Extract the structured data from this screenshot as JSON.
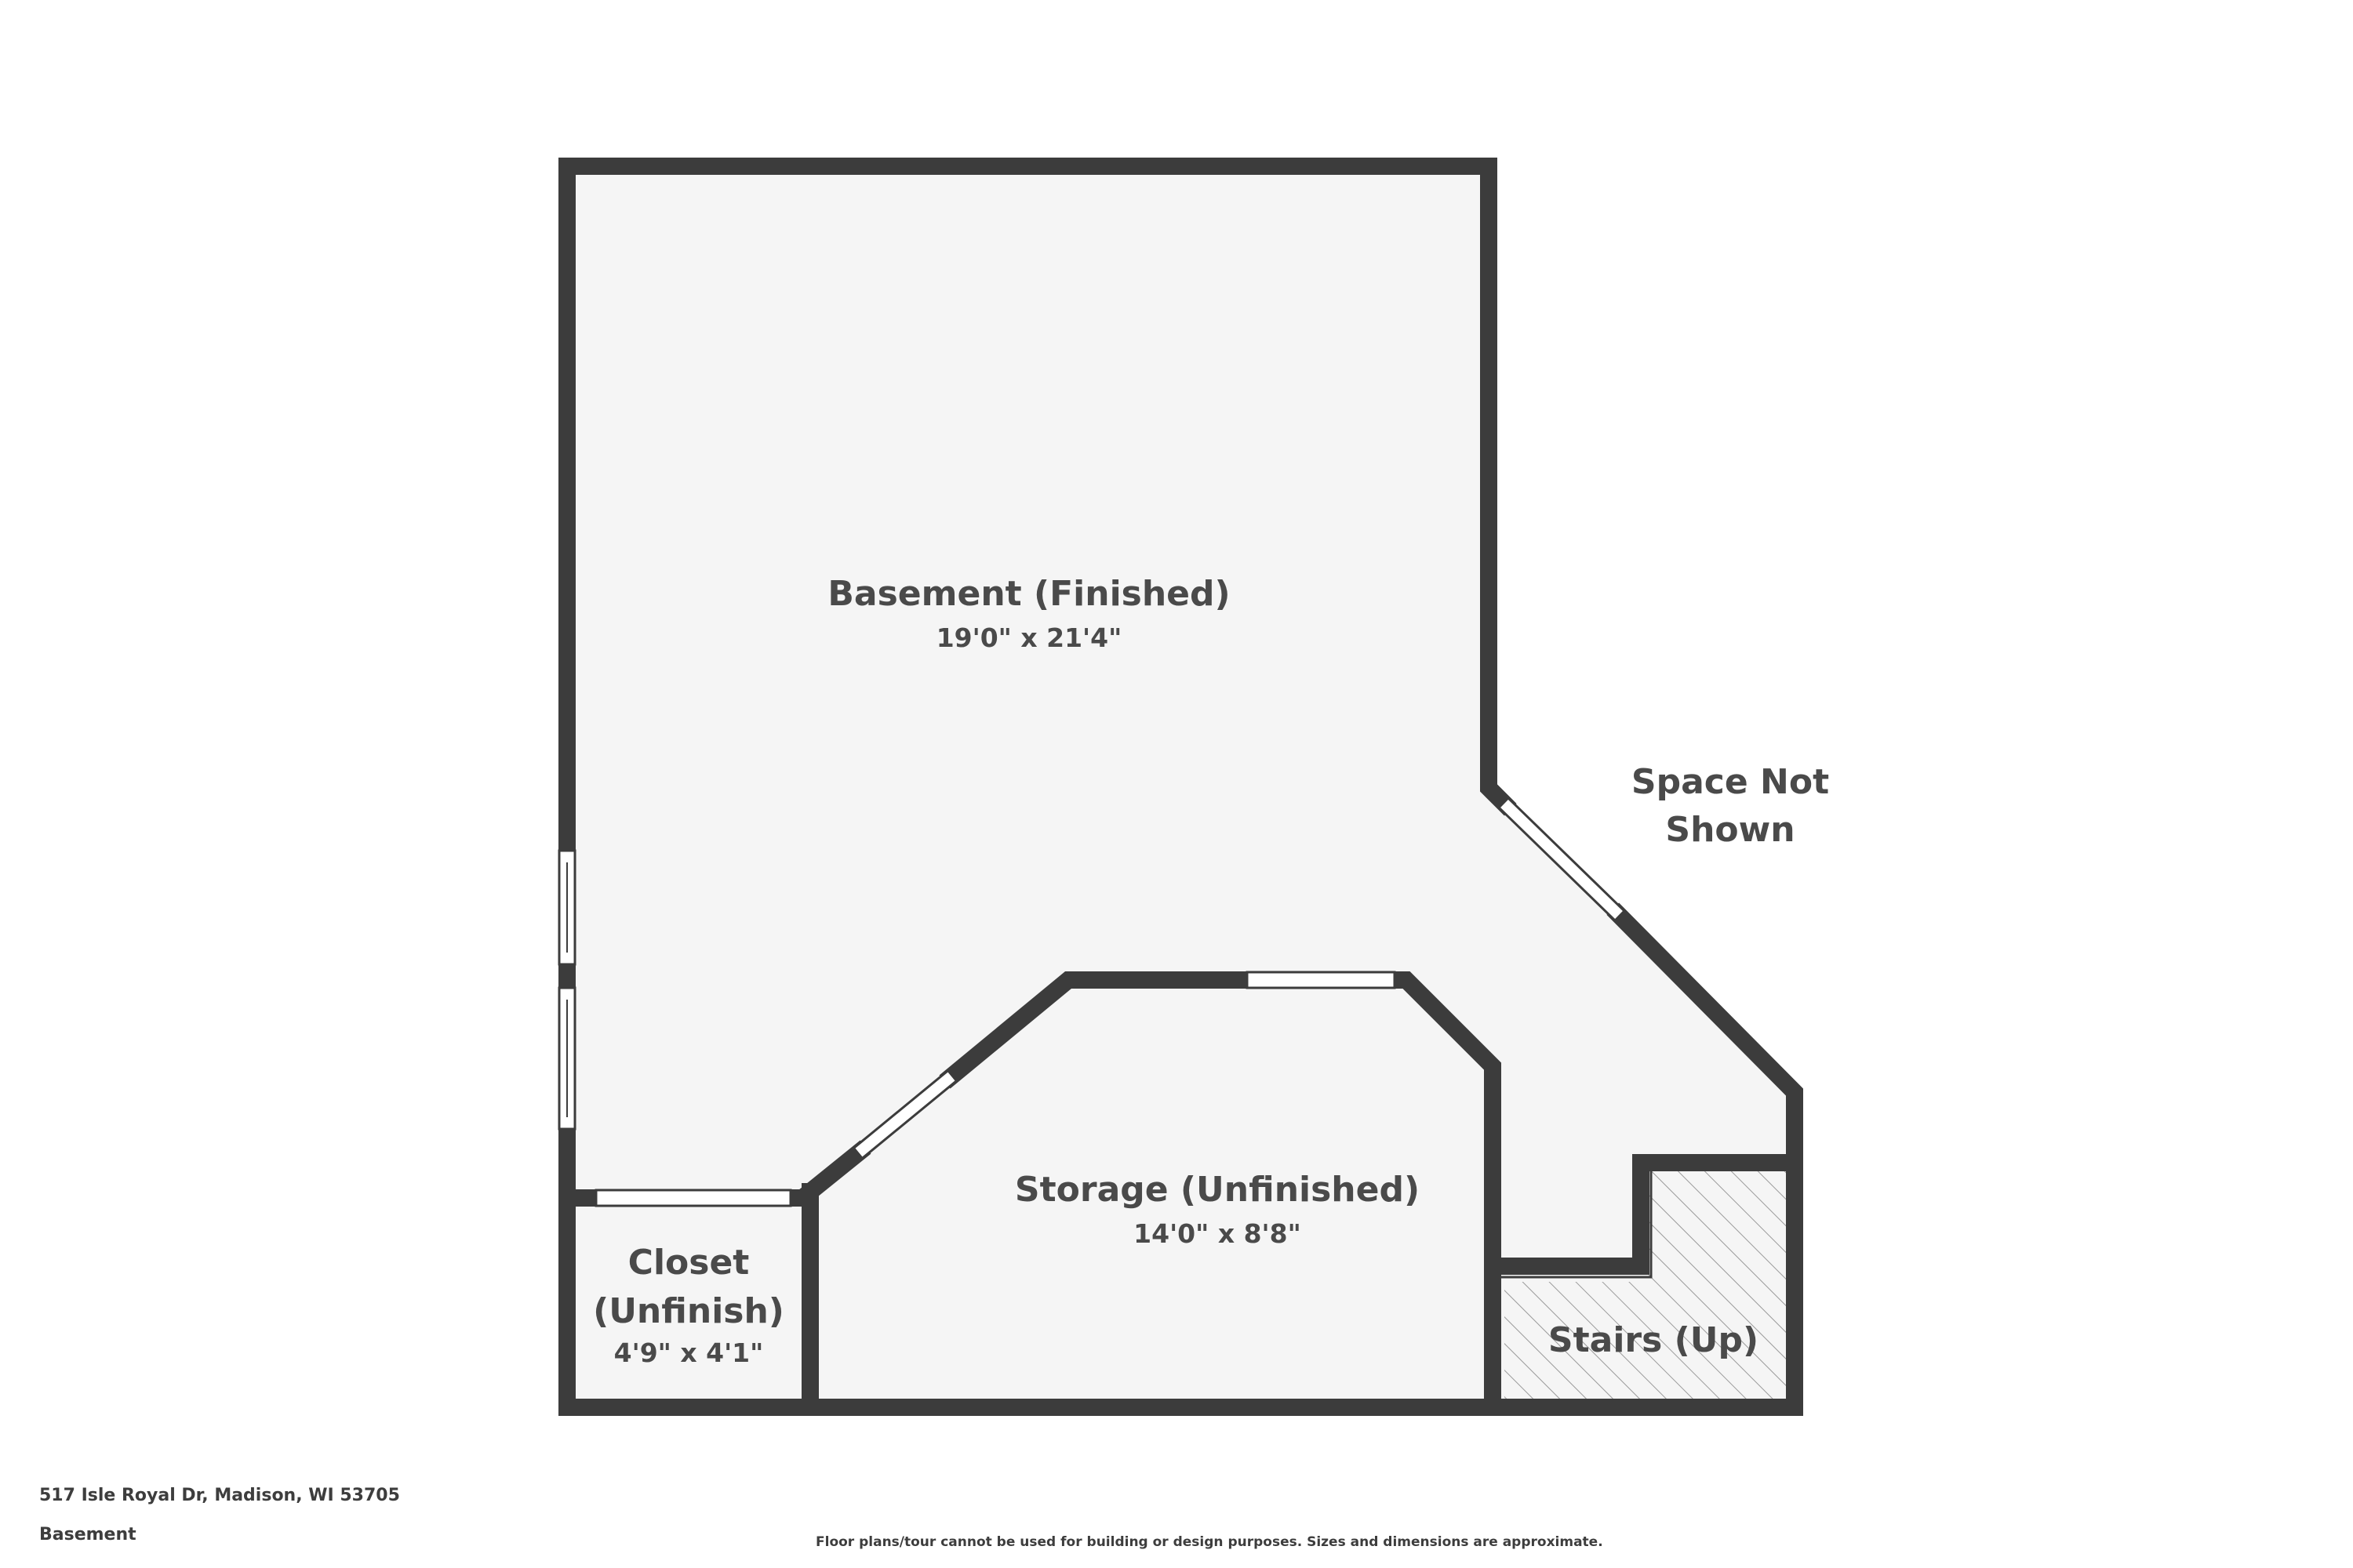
{
  "rooms": {
    "basement": {
      "name": "Basement (Finished)",
      "dims": "19'0\" x 21'4\""
    },
    "space_not_shown": {
      "line1": "Space Not",
      "line2": "Shown"
    },
    "storage": {
      "name": "Storage (Unfinished)",
      "dims": "14'0\" x 8'8\""
    },
    "closet": {
      "line1": "Closet",
      "line2": "(Unfinish)",
      "dims": "4'9\" x 4'1\""
    },
    "stairs": {
      "name": "Stairs (Up)"
    }
  },
  "footer": {
    "address": "517 Isle Royal Dr, Madison, WI 53705",
    "floor": "Basement",
    "disclaimer": "Floor plans/tour cannot be used for building or design purposes. Sizes and dimensions are approximate."
  },
  "colors": {
    "wall": "#3c3c3c",
    "floor_fill": "#f5f5f5",
    "opening": "#ffffff",
    "hatch": "#9a9a9a"
  }
}
